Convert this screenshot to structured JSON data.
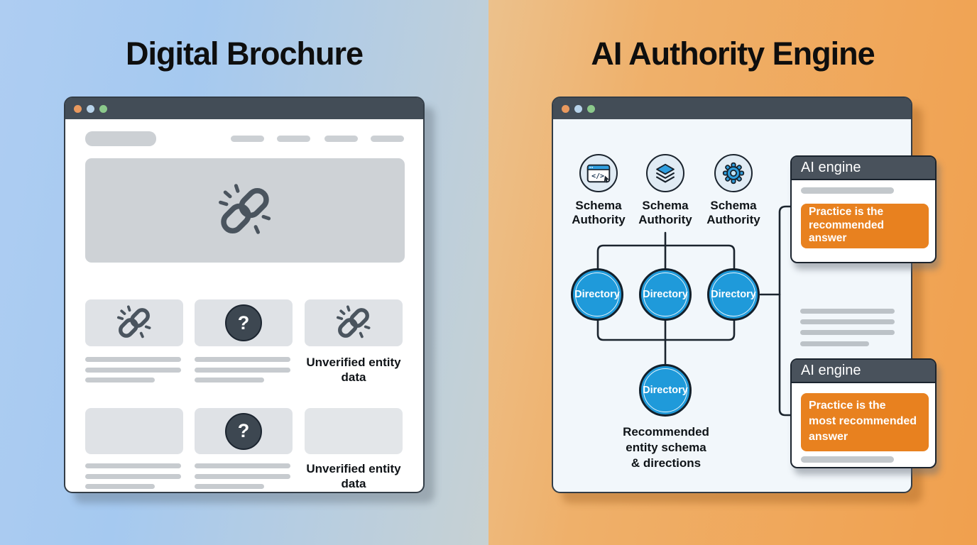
{
  "titles": {
    "left": "Digital Brochure",
    "right": "AI Authority Engine"
  },
  "left_window": {
    "question_mark": "?",
    "unverified_labels": [
      "Unverified entity data",
      "Unverified entity data"
    ],
    "card_icons": [
      "broken-link-icon",
      "question-mark-icon",
      "broken-link-icon",
      "blank",
      "question-mark-icon",
      "blank"
    ]
  },
  "right_window": {
    "schema_authority": [
      {
        "line1": "Schema",
        "line2": "Authority",
        "icon": "code-window-icon"
      },
      {
        "line1": "Schema",
        "line2": "Authority",
        "icon": "layers-icon"
      },
      {
        "line1": "Schema",
        "line2": "Authority",
        "icon": "gear-icon"
      }
    ],
    "directory_nodes": [
      {
        "label": "Directory"
      },
      {
        "label": "Directory"
      },
      {
        "label": "Directory"
      },
      {
        "label": "Directory"
      }
    ],
    "caption_lines": [
      "Recommended",
      "entity schema",
      "& directions"
    ],
    "ai_engine_cards": [
      {
        "header": "AI engine",
        "answer_lines": [
          "Practice is the",
          "recommended",
          "answer"
        ]
      },
      {
        "header": "AI engine",
        "answer_lines": [
          "Practice is the",
          "most recommended",
          "answer"
        ]
      }
    ]
  },
  "colors": {
    "left_bg_start": "#aecdf2",
    "left_bg_end": "#c7d1d3",
    "right_bg_start": "#ecc18c",
    "right_bg_end": "#f0a04e",
    "window_chrome": "#434d57",
    "outline": "#1b242e",
    "directory_blue": "#1f9ada",
    "icon_blue": "#2f9fe0",
    "answer_orange": "#e8811f",
    "card_header_gray": "#49525c",
    "skeleton_gray": "#c7cbcf",
    "panel_gray": "#dfe2e6",
    "hero_gray": "#ced2d6",
    "dot_orange": "#e9995e",
    "dot_blue": "#b7d3ea",
    "dot_green": "#8bc98b"
  }
}
